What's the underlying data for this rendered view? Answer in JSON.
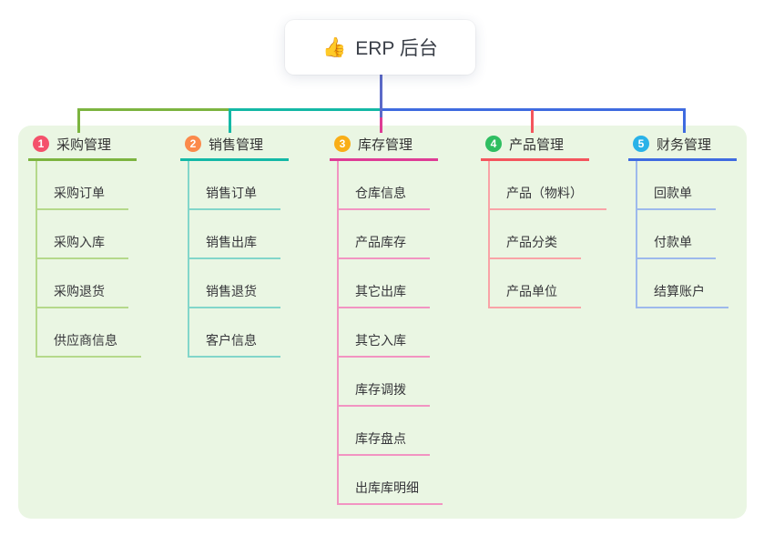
{
  "root": {
    "icon": "👍",
    "label": "ERP 后台"
  },
  "panel_color": "#eaf6e3",
  "connector_colors": {
    "root": "#5c6ac8"
  },
  "branches": [
    {
      "num": "1",
      "title": "采购管理",
      "color": "#7cb440",
      "light_color": "#b5d98b",
      "badge_color": "#f4516b",
      "children": [
        "采购订单",
        "采购入库",
        "采购退货",
        "供应商信息"
      ]
    },
    {
      "num": "2",
      "title": "销售管理",
      "color": "#14b8a6",
      "light_color": "#82d6ca",
      "badge_color": "#fb8a4b",
      "children": [
        "销售订单",
        "销售出库",
        "销售退货",
        "客户信息"
      ]
    },
    {
      "num": "3",
      "title": "库存管理",
      "color": "#de3c95",
      "light_color": "#f294c2",
      "badge_color": "#f9ae17",
      "children": [
        "仓库信息",
        "产品库存",
        "其它出库",
        "其它入库",
        "库存调拨",
        "库存盘点",
        "出库库明细"
      ]
    },
    {
      "num": "4",
      "title": "产品管理",
      "color": "#f4555d",
      "light_color": "#f9a3a7",
      "badge_color": "#2fbe61",
      "children": [
        "产品（物料）",
        "产品分类",
        "产品单位"
      ]
    },
    {
      "num": "5",
      "title": "财务管理",
      "color": "#3f6be0",
      "light_color": "#9db9ec",
      "badge_color": "#29b2e8",
      "children": [
        "回款单",
        "付款单",
        "结算账户"
      ]
    }
  ]
}
